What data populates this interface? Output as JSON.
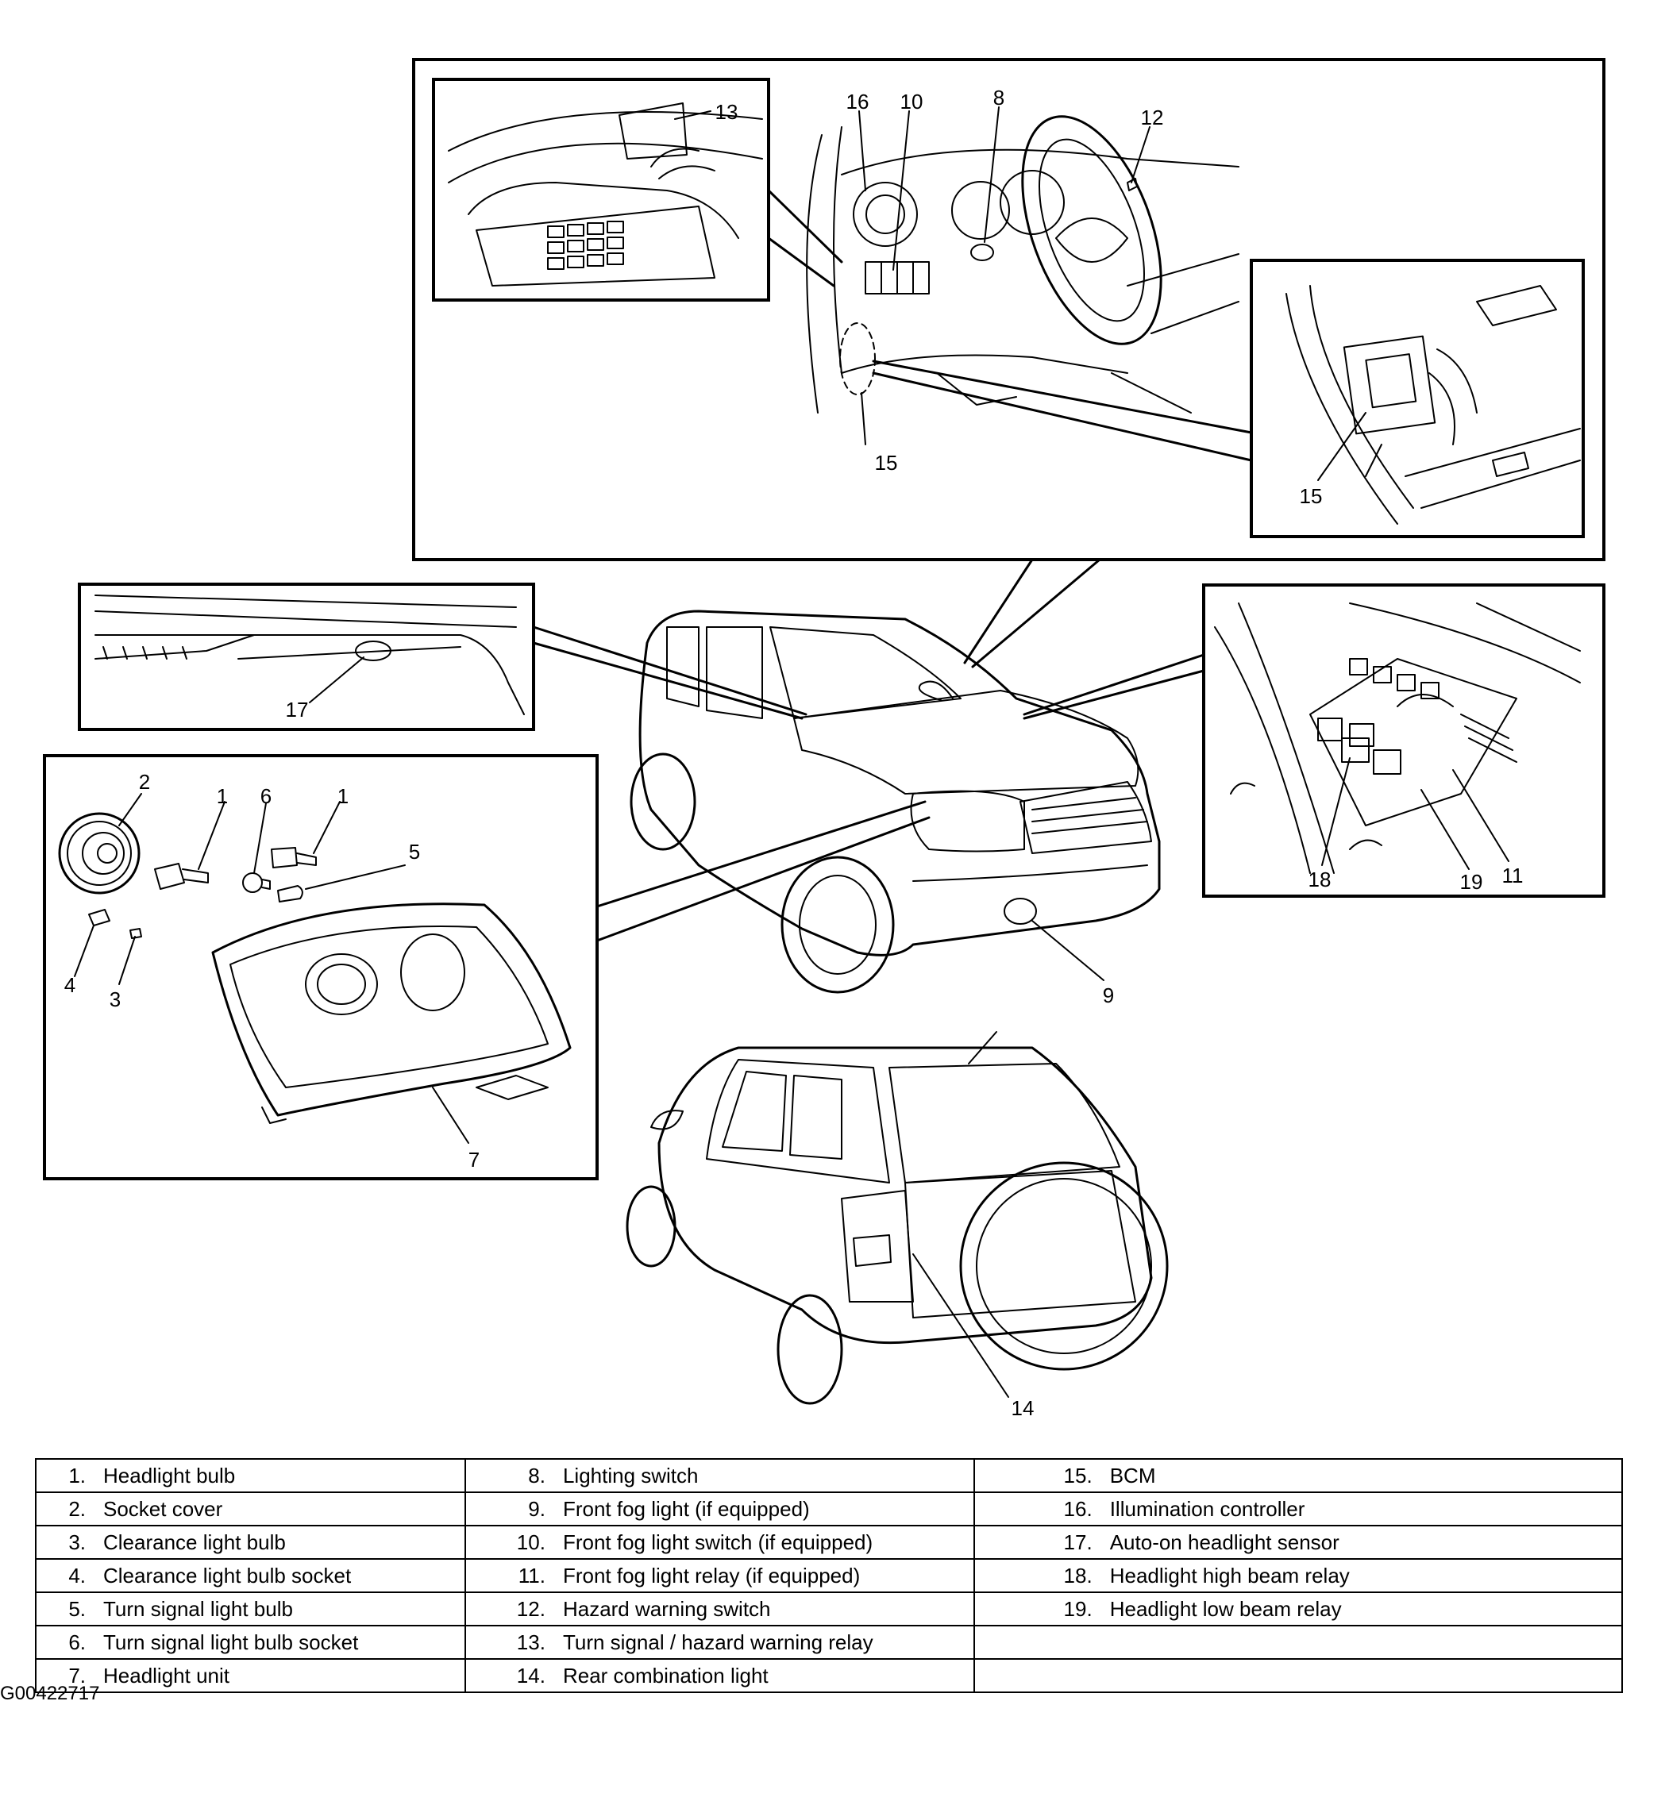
{
  "callouts": [
    "1",
    "1",
    "2",
    "3",
    "4",
    "5",
    "6",
    "7",
    "8",
    "9",
    "10",
    "11",
    "12",
    "13",
    "14",
    "15",
    "15",
    "16",
    "17",
    "18",
    "19"
  ],
  "legend": {
    "rows": [
      [
        {
          "num": "1.",
          "label": "Headlight bulb"
        },
        {
          "num": "8.",
          "label": "Lighting switch"
        },
        {
          "num": "15.",
          "label": "BCM"
        }
      ],
      [
        {
          "num": "2.",
          "label": "Socket cover"
        },
        {
          "num": "9.",
          "label": "Front fog light (if equipped)"
        },
        {
          "num": "16.",
          "label": "Illumination controller"
        }
      ],
      [
        {
          "num": "3.",
          "label": "Clearance light bulb"
        },
        {
          "num": "10.",
          "label": "Front fog light switch (if equipped)"
        },
        {
          "num": "17.",
          "label": "Auto-on headlight sensor"
        }
      ],
      [
        {
          "num": "4.",
          "label": "Clearance light bulb socket"
        },
        {
          "num": "11.",
          "label": "Front fog light relay (if equipped)"
        },
        {
          "num": "18.",
          "label": "Headlight high beam relay"
        }
      ],
      [
        {
          "num": "5.",
          "label": "Turn signal light bulb"
        },
        {
          "num": "12.",
          "label": "Hazard warning switch"
        },
        {
          "num": "19.",
          "label": "Headlight low beam relay"
        }
      ],
      [
        {
          "num": "6.",
          "label": "Turn signal light bulb socket"
        },
        {
          "num": "13.",
          "label": "Turn signal / hazard warning relay"
        },
        {
          "num": "",
          "label": ""
        }
      ],
      [
        {
          "num": "7.",
          "label": "Headlight unit"
        },
        {
          "num": "14.",
          "label": "Rear combination light"
        },
        {
          "num": "",
          "label": ""
        }
      ]
    ]
  },
  "figure_code": "G00422717"
}
